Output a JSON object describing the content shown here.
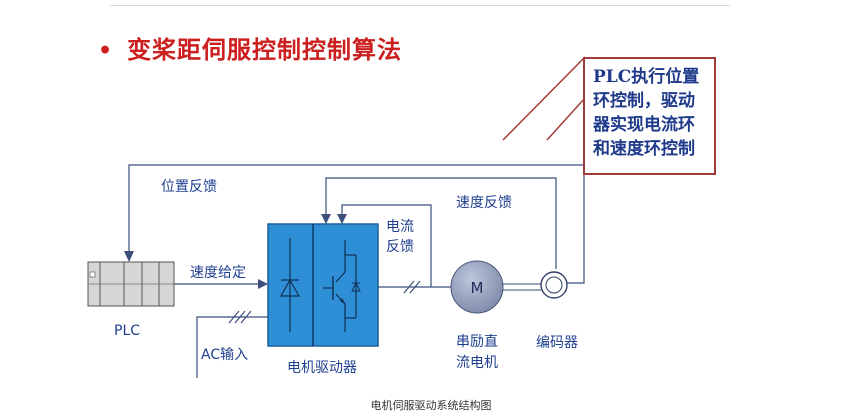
{
  "title": "变桨距伺服控制控制算法",
  "callout": {
    "lines": [
      "PLC执行位置",
      "环控制，驱动",
      "器实现电流环",
      "和速度环控制"
    ]
  },
  "labels": {
    "position_feedback": "位置反馈",
    "speed_feedback": "速度反馈",
    "current_feedback_1": "电流",
    "current_feedback_2": "反馈",
    "speed_setpoint": "速度给定",
    "plc": "PLC",
    "ac_input": "AC输入",
    "motor_driver": "电机驱动器",
    "motor_line1": "串励直",
    "motor_line2": "流电机",
    "motor_symbol": "M",
    "encoder": "编码器"
  },
  "caption": "电机伺服驱动系统结构图",
  "colors": {
    "title": "#cc1f1f",
    "callout_border": "#a23c3c",
    "callout_text": "#1f3a8a",
    "driver_fill": "#2f8fd6",
    "line": "#3b4f7a"
  }
}
